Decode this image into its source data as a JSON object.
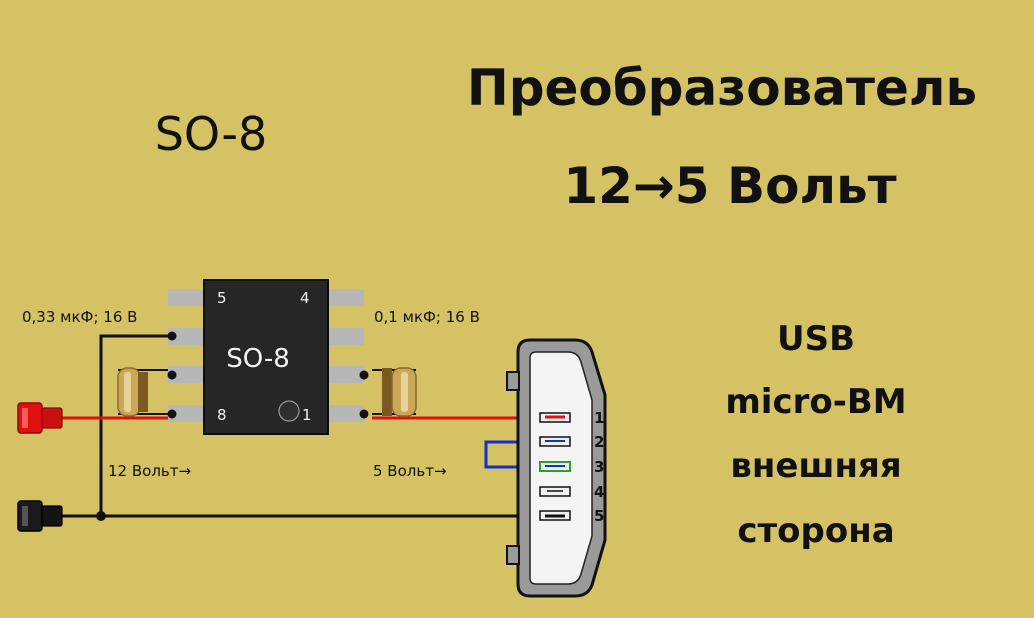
{
  "title": {
    "line1": "Преобразователь",
    "line2": "12→5 Вольт"
  },
  "package_label": "SO-8",
  "chip": {
    "label": "SO-8",
    "pin_5": "5",
    "pin_4": "4",
    "pin_8": "8",
    "pin_1": "1"
  },
  "capacitors": {
    "left": "0,33 мкФ; 16 В",
    "right": "0,1 мкФ; 16 В"
  },
  "voltages": {
    "input": "12 Вольт→",
    "output": "5 Вольт→"
  },
  "usb_pins": [
    "1",
    "2",
    "3",
    "4",
    "5"
  ],
  "usb_description": {
    "line1": "USB",
    "line2": "micro-BM",
    "line3": "внешняя",
    "line4": "сторона"
  },
  "colors": {
    "background": "#d4c264",
    "wire_positive": "#e01010",
    "wire_bridge": "#1530d0",
    "wire_ground": "#111111",
    "chip_body": "#262626",
    "chip_pins": "#b7b7b7",
    "usb_pin_3": "#2aa02a"
  }
}
